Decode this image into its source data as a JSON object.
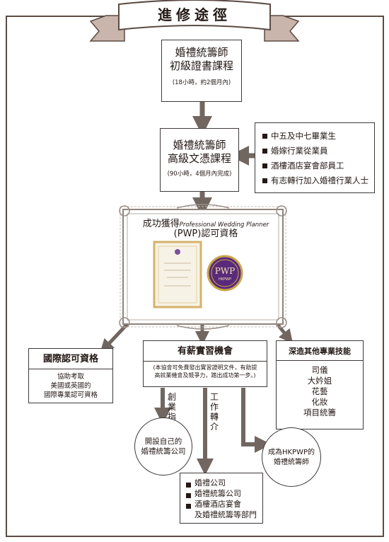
{
  "title": "進修途徑",
  "course1": {
    "line1": "婚禮統籌師",
    "line2": "初級證書課程",
    "note": "(18小時，約2個月內)"
  },
  "course2": {
    "line1": "婚禮統籌師",
    "line2": "高級文憑課程",
    "note": "(90小時，4個月內完成)"
  },
  "eligibility": [
    "中五及中七畢業生",
    "婚嫁行業從業員",
    "酒樓酒店宴會部員工",
    "有志轉行加入婚禮行業人士"
  ],
  "pwp": {
    "line1_zh": "成功獲得",
    "line1_en": "Professional Wedding Planner",
    "line2": "(PWP)認可資格",
    "seal_text": "PWP",
    "seal_sub": "HKPWP"
  },
  "intl": {
    "title": "國際認可資格",
    "lines": [
      "協助考取",
      "美國或英國的",
      "國際專業認可資格"
    ]
  },
  "internship": {
    "title": "有薪實習機會",
    "lines": [
      "(本協會可免費發出實習證明文件，有助提",
      "高就業機會及競爭力，踏出成功第一步。)"
    ]
  },
  "skills": {
    "title": "深造其他專業技能",
    "items": [
      "司儀",
      "大妗姐",
      "花藝",
      "化妝",
      "項目統籌"
    ]
  },
  "path_business": "創業指導",
  "path_job": "工作轉介",
  "own_company": {
    "lines": [
      "開設自己的",
      "婚禮統籌公司"
    ]
  },
  "hkpwp": {
    "lines": [
      "成為HKPWP的",
      "婚禮統籌師"
    ]
  },
  "jobs": [
    "婚禮公司",
    "婚禮統籌公司",
    "酒樓酒店宴會",
    "及婚禮統籌等部門"
  ],
  "colors": {
    "arrow": "#716760",
    "ribbon": "#c9b5ac",
    "frame": "#5b4b43",
    "seal": "#5a2a7a",
    "gold": "#c8a64b"
  }
}
